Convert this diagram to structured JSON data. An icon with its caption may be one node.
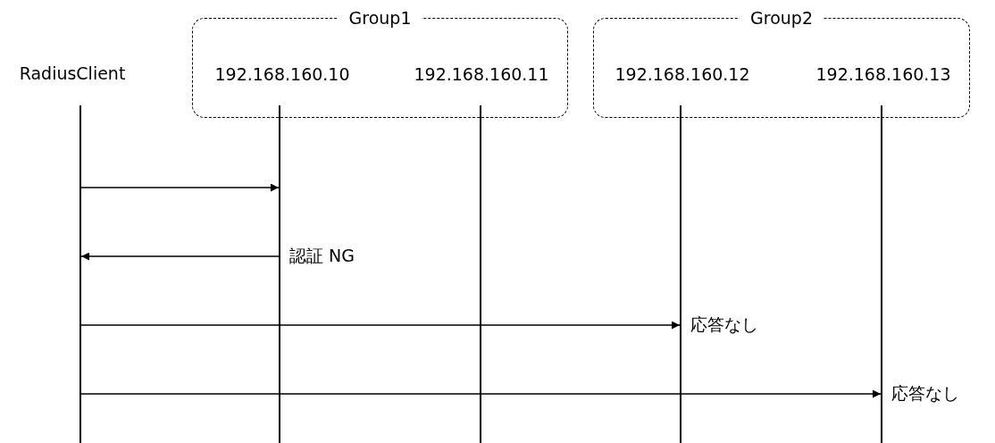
{
  "diagram": {
    "nodes": [
      {
        "text": [
          "RadiusClient"
        ]
      },
      {
        "text": [
          "Group1"
        ]
      },
      {
        "text": [
          "192.168.160.10"
        ],
        "in": 1
      },
      {
        "text": [
          "192.168.160.11"
        ],
        "in": 1
      },
      {
        "text": [
          "Group2"
        ]
      },
      {
        "text": [
          "192.168.160.12"
        ],
        "in": 4
      },
      {
        "text": [
          "192.168.160.13"
        ],
        "in": 4
      },
      {
        "text": [],
        "shape": "line"
      },
      {
        "text": [],
        "shape": "line"
      },
      {
        "text": [],
        "shape": "line"
      },
      {
        "text": [],
        "shape": "line"
      },
      {
        "text": [],
        "shape": "line"
      }
    ],
    "edges": [
      {
        "from": 7,
        "to": 8,
        "arrow": "to"
      },
      {
        "from": 8,
        "to": 7,
        "arrow": "to",
        "label": "認証 NG"
      },
      {
        "from": 7,
        "to": 10,
        "arrow": "to",
        "label": "応答なし"
      },
      {
        "from": 7,
        "to": 11,
        "arrow": "to",
        "label": "応答なし"
      }
    ]
  }
}
